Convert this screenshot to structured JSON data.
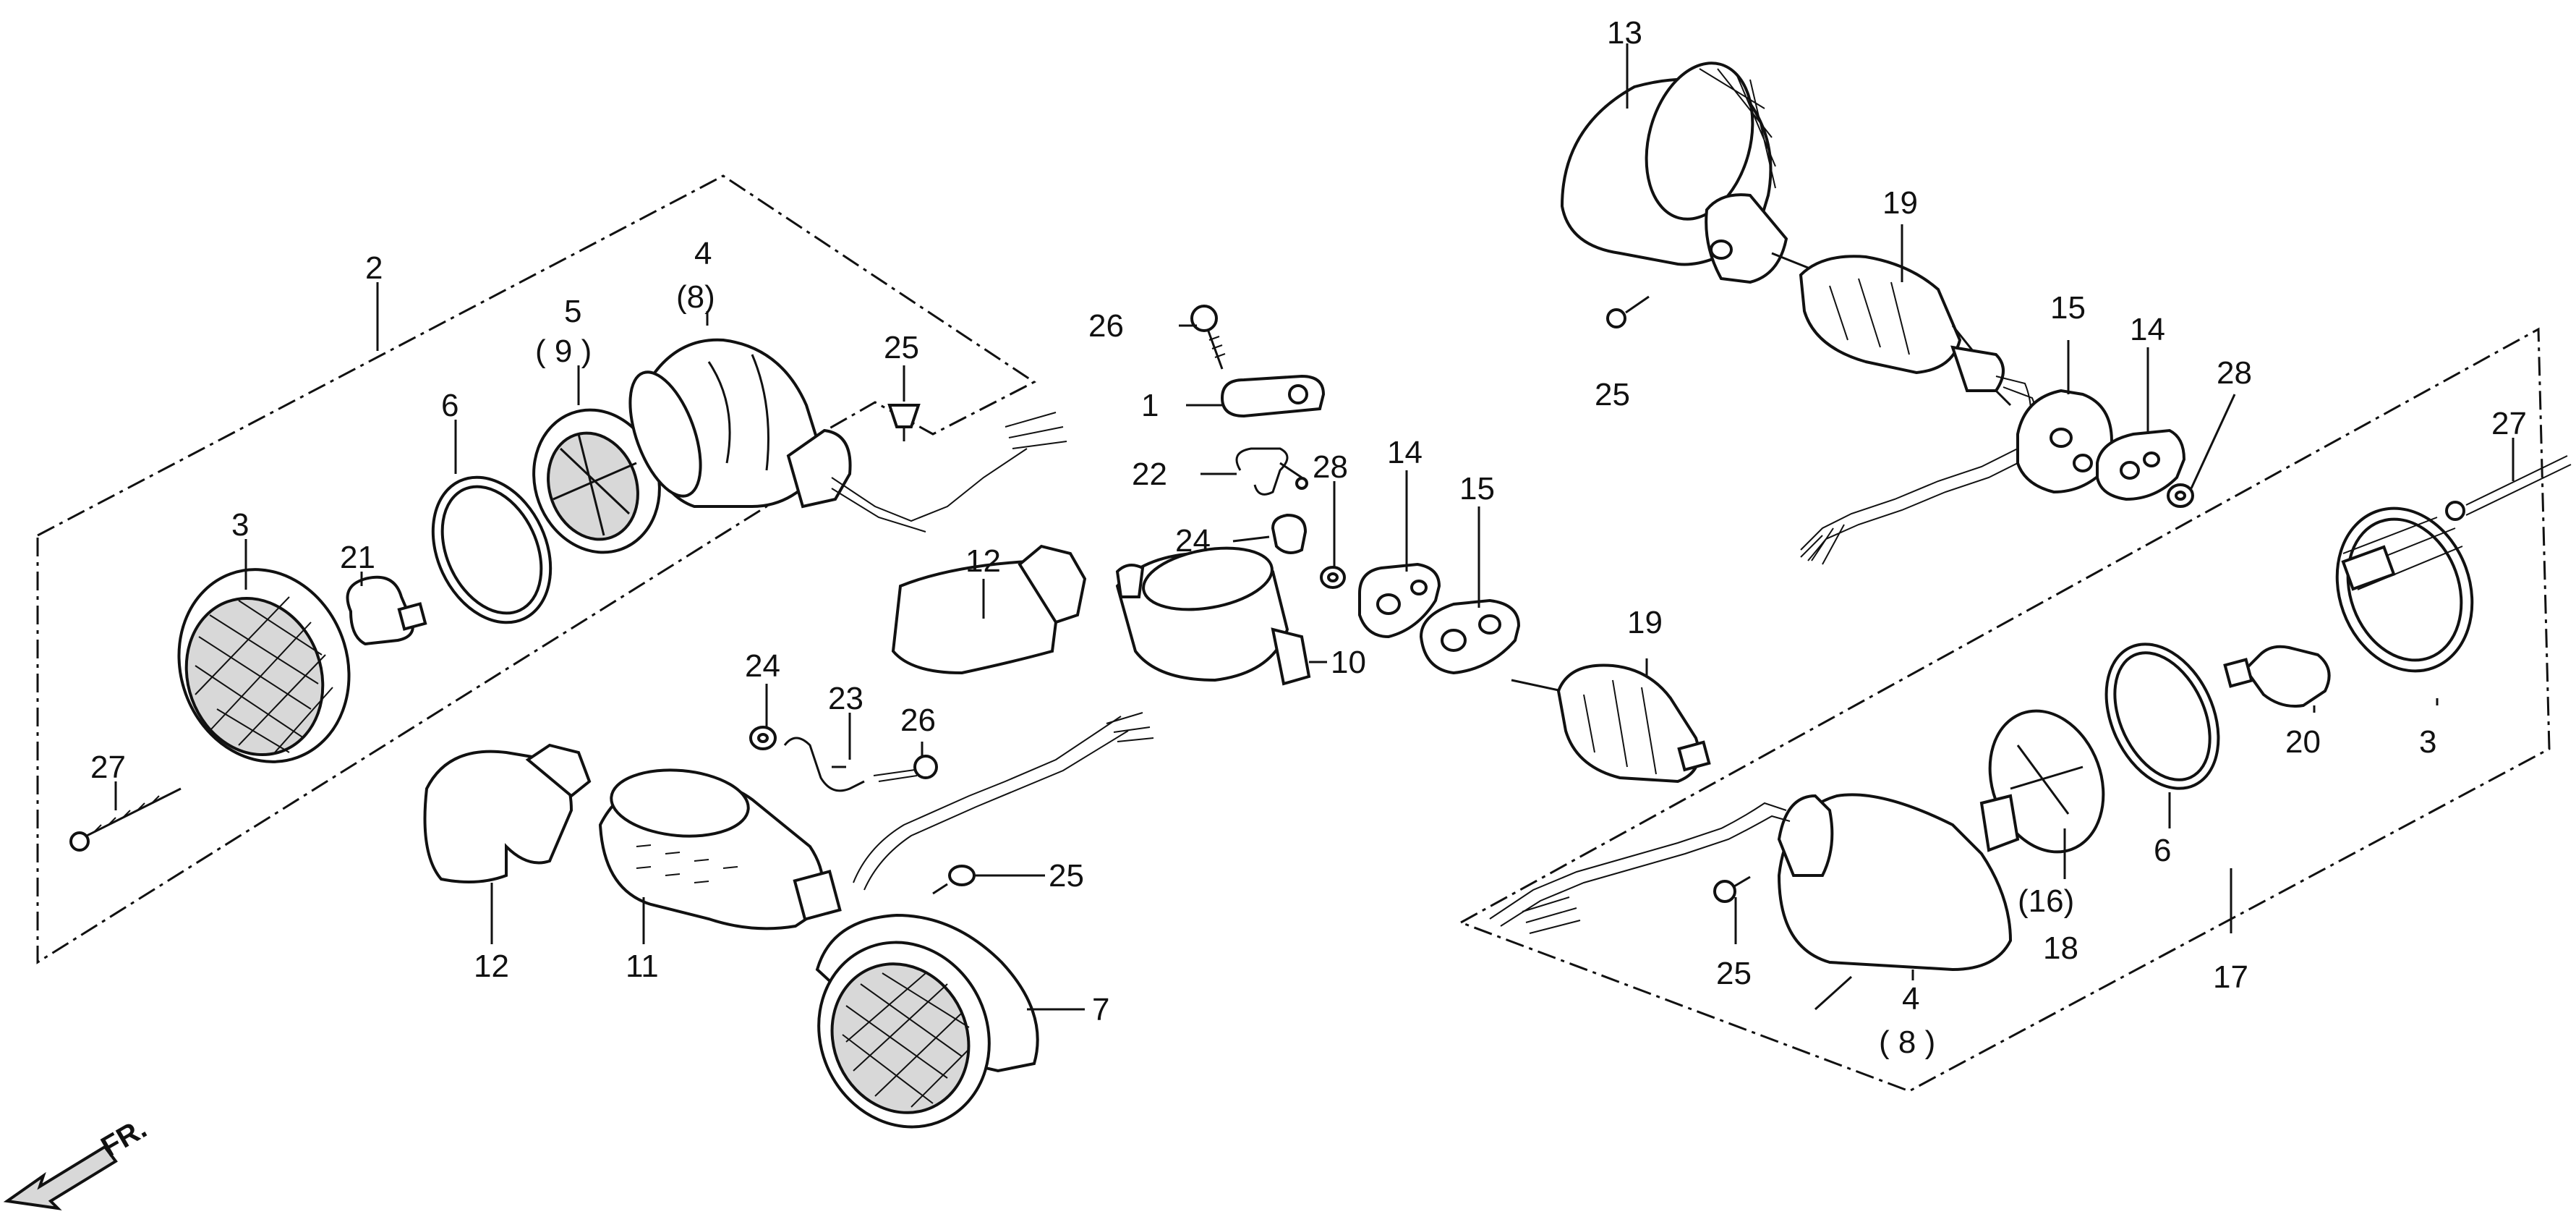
{
  "diagram": {
    "front_marker": "FR.",
    "callouts": {
      "c2": "2",
      "c4l": "4",
      "c8l": "(8)",
      "c5": "5",
      "c9": "( 9 )",
      "c6l": "6",
      "c3l": "3",
      "c21": "21",
      "c27l": "27",
      "c25a": "25",
      "c26a": "26",
      "c1": "1",
      "c22": "22",
      "c28a": "28",
      "c24a": "24",
      "c12a": "12",
      "c10": "10",
      "c24b": "24",
      "c23": "23",
      "c26b": "26",
      "c12b": "12",
      "c11": "11",
      "c25b": "25",
      "c7": "7",
      "c14a": "14",
      "c15a": "15",
      "c19a": "19",
      "c13": "13",
      "c19b": "19",
      "c25c": "25",
      "c15b": "15",
      "c14b": "14",
      "c28b": "28",
      "c27r": "27",
      "c3r": "3",
      "c20": "20",
      "c6r": "6",
      "c16": "(16)",
      "c18": "18",
      "c17": "17",
      "c25d": "25",
      "c4r": "4",
      "c8r": "( 8 )"
    }
  }
}
